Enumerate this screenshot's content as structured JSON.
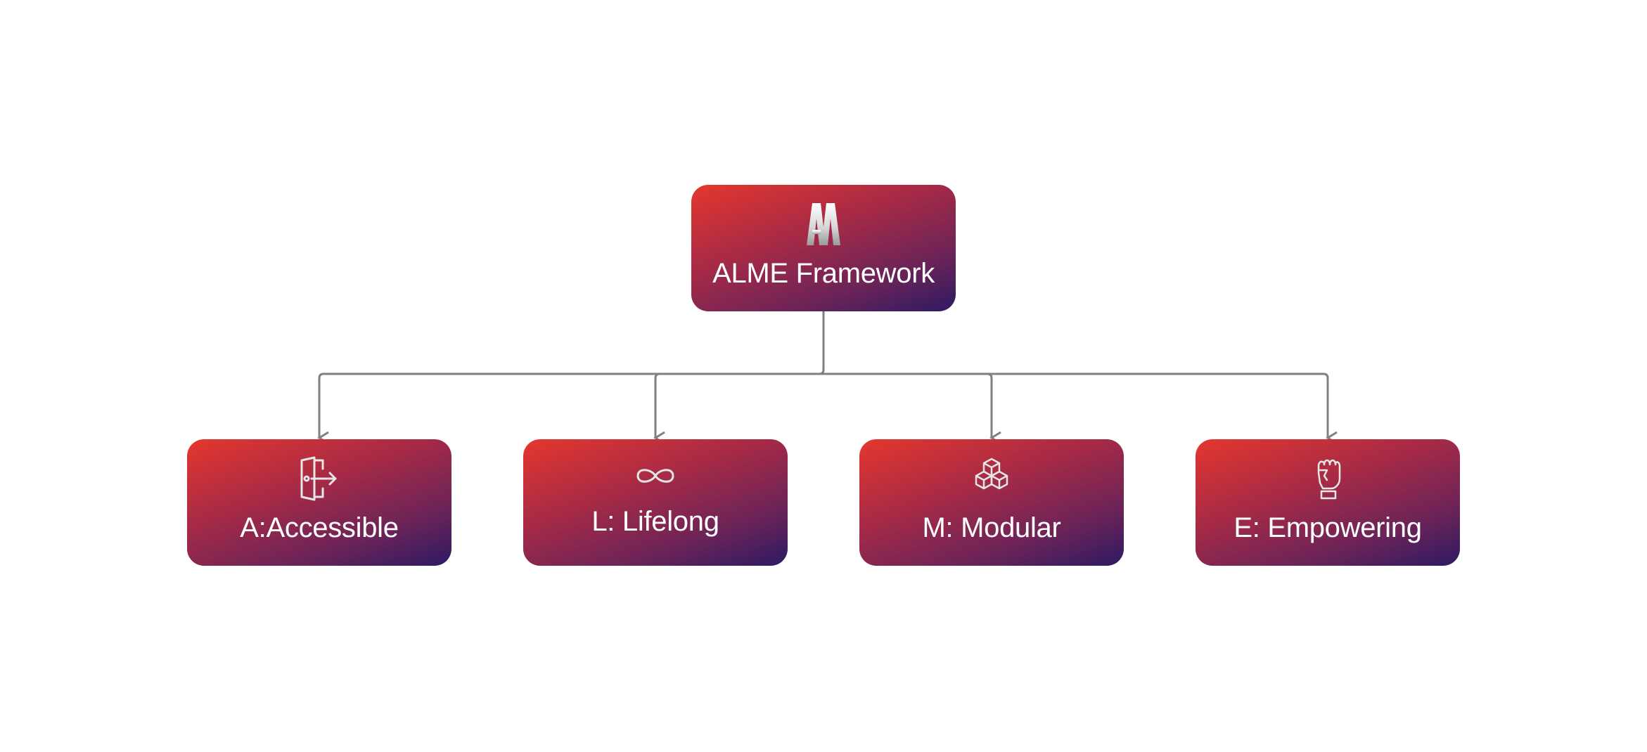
{
  "diagram": {
    "type": "tree",
    "root": {
      "label": "ALME Framework",
      "icon": "am-logo-icon"
    },
    "children": [
      {
        "label": "A:Accessible",
        "icon": "door-exit-icon"
      },
      {
        "label": "L: Lifelong",
        "icon": "infinity-icon"
      },
      {
        "label": "M: Modular",
        "icon": "stacked-cubes-icon"
      },
      {
        "label": "E: Empowering",
        "icon": "raised-fist-icon"
      }
    ],
    "colors": {
      "node_gradient_start": "#e5372d",
      "node_gradient_end": "#2e1a63",
      "connector": "#808080",
      "text": "#ffffff",
      "icon": "#e8e8e8"
    }
  }
}
